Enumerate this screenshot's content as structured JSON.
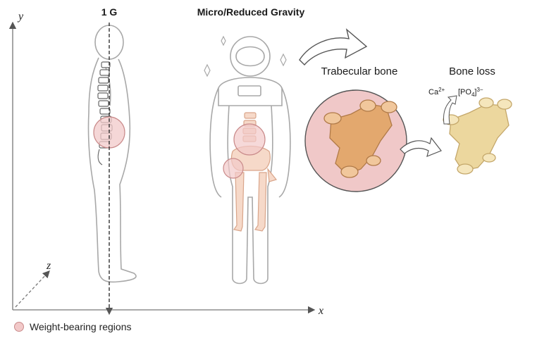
{
  "labels": {
    "one_g": "1 G",
    "micro": "Micro/Reduced Gravity",
    "trabecular": "Trabecular bone",
    "bone_loss": "Bone loss",
    "ca_base": "Ca",
    "ca_sup": "2+",
    "po_base": "[PO",
    "po_sub": "4",
    "po_close": "]",
    "po_sup": "3−"
  },
  "axes": {
    "x": "x",
    "y": "y",
    "z": "z"
  },
  "legend": {
    "label": "Weight-bearing regions"
  },
  "colors": {
    "outline": "#9a9a9a",
    "weight_bearing": "#f2c9c9",
    "weight_bearing_edge": "#c98a8a",
    "trabecular_bone": "#e3a86e",
    "bone_loss": "#ecd79e",
    "zoom_bg": "#f0c8c8"
  }
}
